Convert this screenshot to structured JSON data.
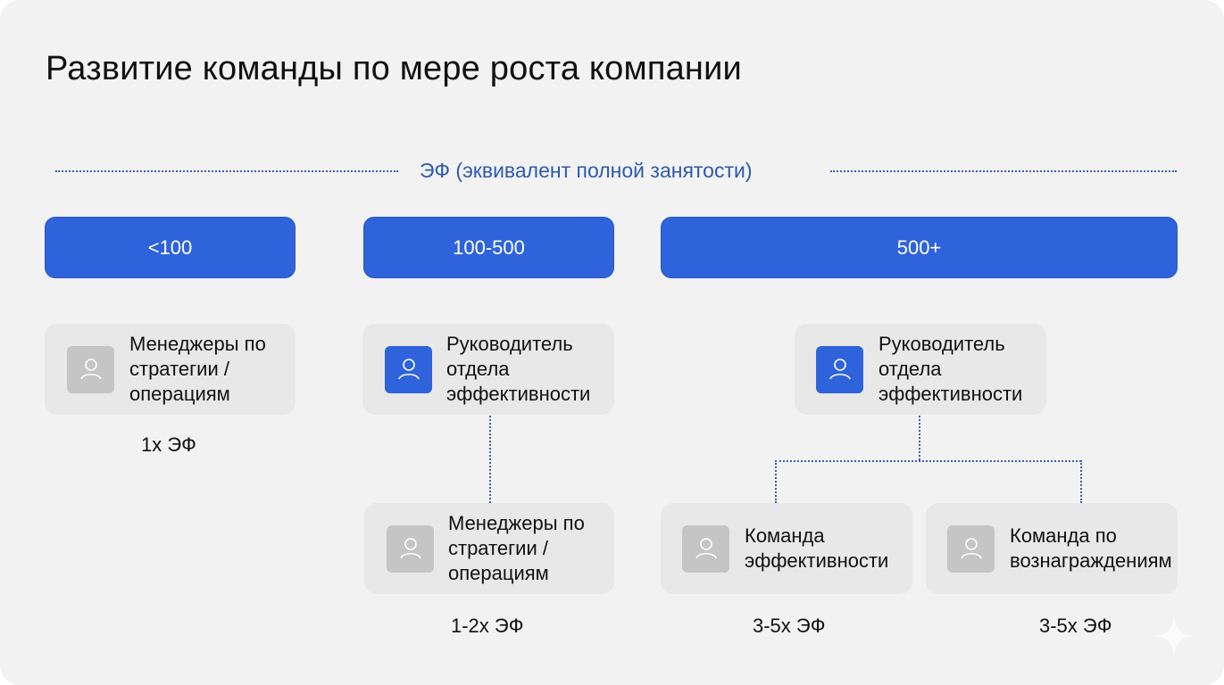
{
  "title": "Развитие команды по мере роста компании",
  "fte_header": {
    "label": "ЭФ (эквивалент полной занятости)"
  },
  "colors": {
    "accent": "#2f63dc",
    "connector": "#3d5fb3",
    "node_bg": "#e8e8e9",
    "avatar_gray": "#c5c5c6",
    "background": "#f2f2f3"
  },
  "stages": [
    {
      "label": "<100"
    },
    {
      "label": "100-500"
    },
    {
      "label": "500+"
    }
  ],
  "nodes": {
    "s1_managers": {
      "text": "Менеджеры по стратегии / операциям",
      "lines": [
        "Менеджеры по",
        "стратегии /",
        "операциям"
      ],
      "icon": "user-icon",
      "highlight": false,
      "fte": "1x ЭФ"
    },
    "s2_head": {
      "text": "Руководитель отдела эффективности",
      "lines": [
        "Руководитель",
        "отдела",
        "эффективности"
      ],
      "icon": "user-icon",
      "highlight": true
    },
    "s2_managers": {
      "text": "Менеджеры по стратегии / операциям",
      "lines": [
        "Менеджеры по",
        "стратегии /",
        "операциям"
      ],
      "icon": "user-icon",
      "highlight": false,
      "fte": "1-2x ЭФ"
    },
    "s3_head": {
      "text": "Руководитель отдела эффективности",
      "lines": [
        "Руководитель",
        "отдела",
        "эффективности"
      ],
      "icon": "user-icon",
      "highlight": true
    },
    "s3_team_eff": {
      "text": "Команда эффективности",
      "lines": [
        "Команда",
        "эффективности"
      ],
      "icon": "user-icon",
      "highlight": false,
      "fte": "3-5x ЭФ"
    },
    "s3_team_rewards": {
      "text": "Команда по вознаграждениям",
      "lines": [
        "Команда по",
        "вознаграждениям"
      ],
      "icon": "user-icon",
      "highlight": false,
      "fte": "3-5x ЭФ"
    }
  },
  "watermark": {
    "icon": "sparkle-icon"
  }
}
